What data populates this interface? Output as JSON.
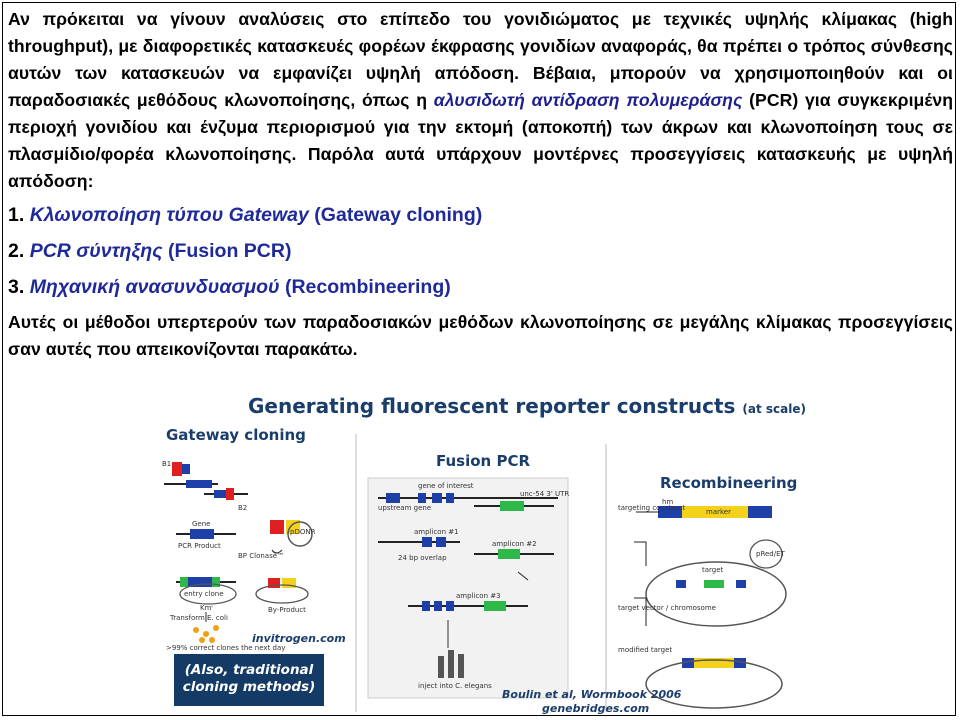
{
  "paragraph1": {
    "part1": "Αν πρόκειται να γίνουν αναλύσεις στο επίπεδο του γονιδιώματος με τεχνικές υψηλής κλίμακας (high throughput), με διαφορετικές κατασκευές φορέων έκφρασης γονιδίων αναφοράς, θα πρέπει ο τρόπος σύνθεσης αυτών των κατασκευών να εμφανίζει υψηλή απόδοση. Βέβαια, μπορούν να χρησιμοποιηθούν και οι παραδοσιακές μεθόδους κλωνοποίησης, όπως η ",
    "italic": "αλυσιδωτή αντίδραση πολυμεράσης",
    "part2": " (PCR) για συγκεκριμένη περιοχή γονιδίου και ένζυμα περιορισμού για την εκτομή (αποκοπή) των άκρων και κλωνοποίηση τους σε πλασμίδιο/φορέα κλωνοποίησης. Παρόλα αυτά υπάρχουν μοντέρνες προσεγγίσεις κατασκευής με υψηλή απόδοση:"
  },
  "methods": [
    {
      "num": "1. ",
      "greek": "Κλωνοποίηση τύπου Gateway",
      "english": " (Gateway cloning)"
    },
    {
      "num": "2. ",
      "greek": "PCR σύντηξης",
      "english": " (Fusion PCR)"
    },
    {
      "num": "3. ",
      "greek": "Μηχανική ανασυνδυασμού",
      "english": " (Recombineering)"
    }
  ],
  "paragraph2": "Αυτές οι μέθοδοι υπερτερούν των παραδοσιακών μεθόδων κλωνοποίησης σε μεγάλης κλίμακας προσεγγίσεις σαν αυτές που απεικονίζονται παρακάτω.",
  "figure": {
    "title": "Generating fluorescent reporter constructs",
    "title_small": "(at scale)",
    "panel_gateway": "Gateway cloning",
    "panel_fusion": "Fusion PCR",
    "panel_recomb": "Recombineering",
    "callout_line1": "(Also, traditional",
    "callout_line2": "cloning methods)",
    "credit_invitrogen": "invitrogen.com",
    "credit_boulin": "Boulin et al, Wormbook 2006",
    "credit_genebridges": "genebridges.com",
    "labels": {
      "b1": "B1",
      "b2": "B2",
      "gene": "Gene",
      "pcr_product": "PCR Product",
      "bp_clonase": "BP Clonase™",
      "pdonr": "pDONR",
      "entry_clone": "entry clone",
      "kmr": "Kmʳ",
      "by_product": "By-Product",
      "transform": "Transform E. coli",
      "correct": ">99% correct clones the next day",
      "gene_of_interest": "gene of interest",
      "upstream": "upstream gene",
      "unc54": "unc-54 3' UTR",
      "amplicon1": "amplicon #1",
      "amplicon2": "amplicon #2",
      "amplicon3": "amplicon #3",
      "overlap": "24 bp overlap",
      "inject": "inject into C. elegans",
      "targeting": "targeting construct",
      "marker": "marker",
      "hm": "hm",
      "pred": "pRed/ET",
      "target": "target",
      "target_vector": "target vector / chromosome",
      "modified": "modified target"
    }
  },
  "colors": {
    "list_blue": "#1f2a9a",
    "figure_navy": "#1a3d6b",
    "callout_bg": "#143a66",
    "gene_red": "#e02020",
    "gene_blue": "#1f3fa8",
    "gfp_green": "#2fb84a",
    "marker_yellow": "#f4d21c",
    "colony_orange": "#f2a013"
  }
}
